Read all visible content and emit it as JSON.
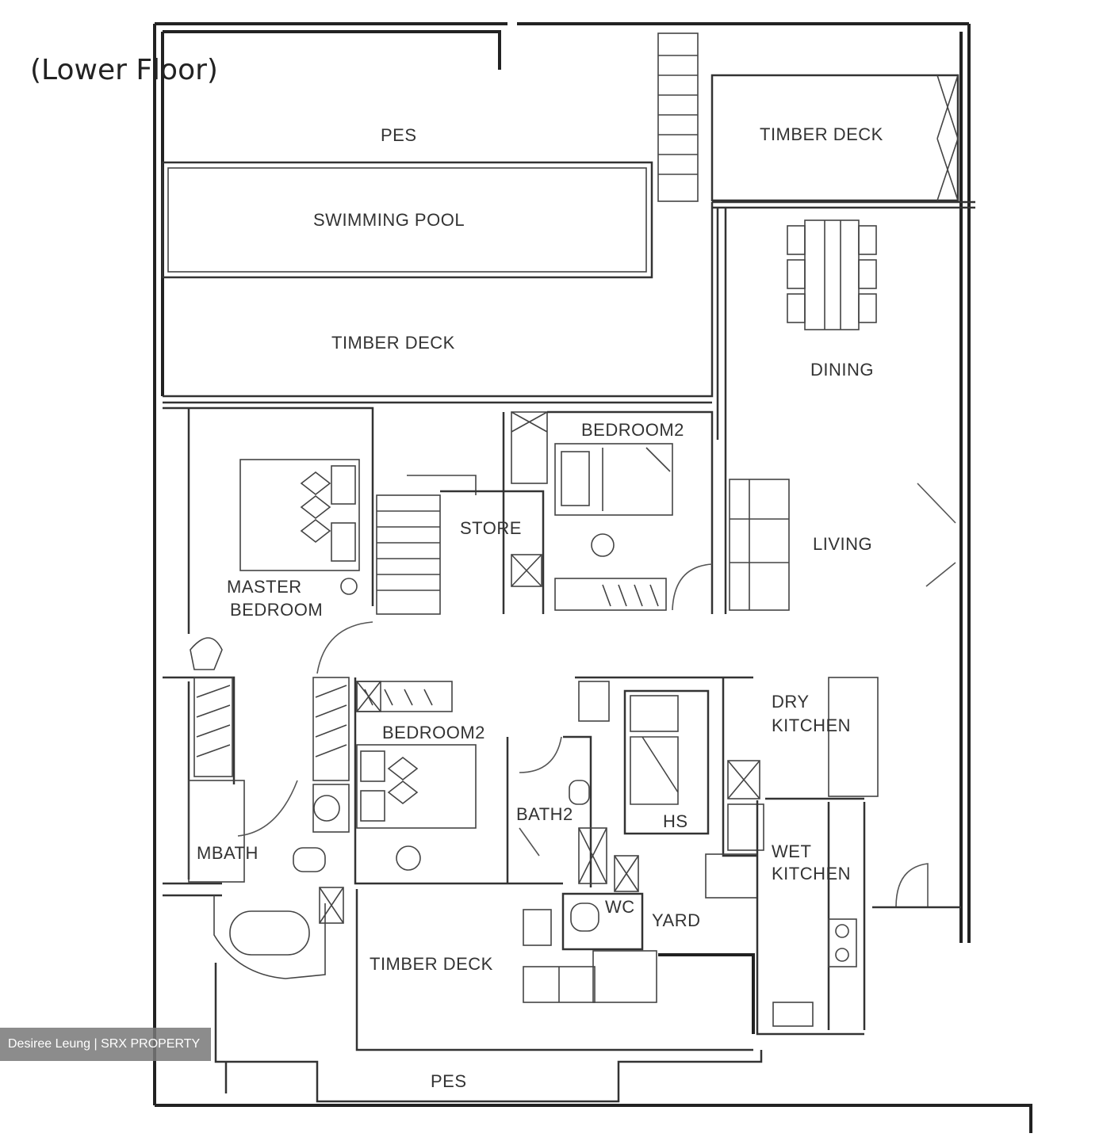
{
  "title": "(Lower Floor)",
  "watermark": "Desiree Leung | SRX PROPERTY",
  "rooms": {
    "pes_top": "PES",
    "timber_deck_top_right": "TIMBER DECK",
    "swimming_pool": "SWIMMING POOL",
    "timber_deck_middle": "TIMBER DECK",
    "dining": "DINING",
    "bedroom2_top": "BEDROOM2",
    "store": "STORE",
    "living": "LIVING",
    "master_bedroom_line1": "MASTER",
    "master_bedroom_line2": "BEDROOM",
    "dry_kitchen_line1": "DRY",
    "dry_kitchen_line2": "KITCHEN",
    "bedroom2_lower": "BEDROOM2",
    "bath2": "BATH2",
    "hs": "HS",
    "mbath": "MBATH",
    "wet_kitchen_line1": "WET",
    "wet_kitchen_line2": "KITCHEN",
    "wc": "WC",
    "yard": "YARD",
    "timber_deck_bottom": "TIMBER DECK",
    "pes_bottom": "PES"
  }
}
